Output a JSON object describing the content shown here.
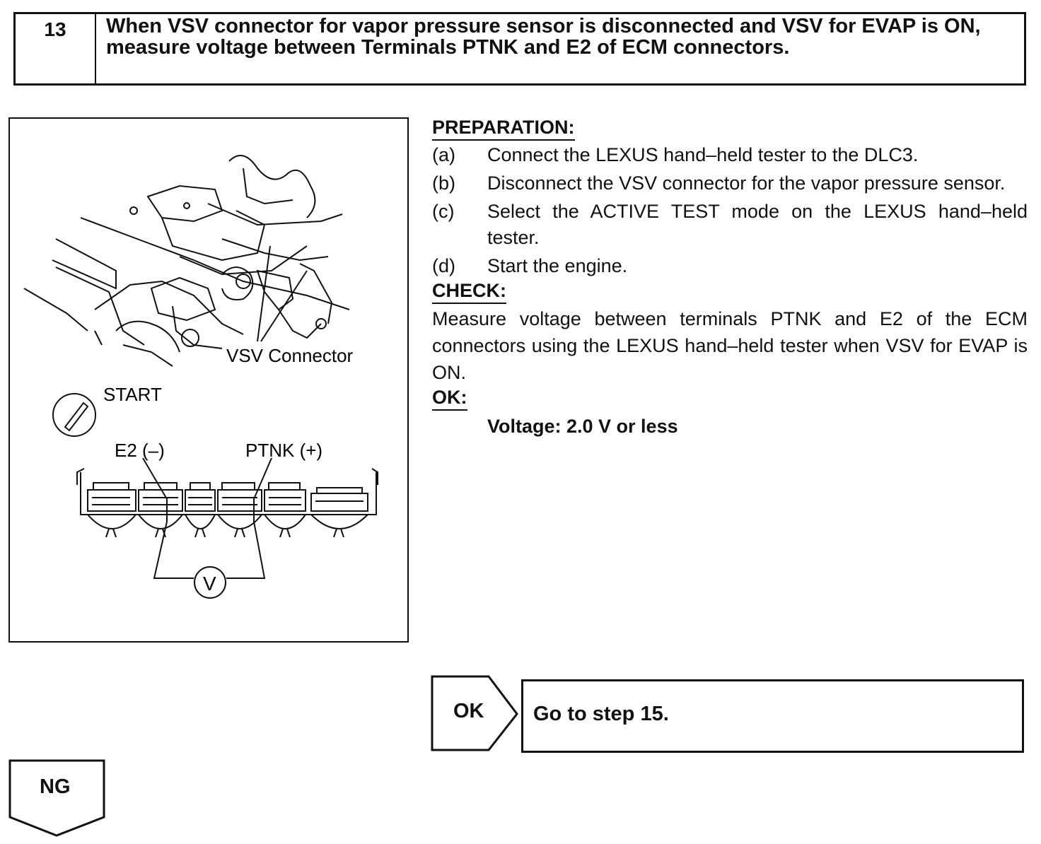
{
  "step": {
    "number": "13",
    "title": "When VSV connector for vapor pressure sensor is disconnected and VSV for EVAP is ON, measure voltage between Terminals PTNK and E2 of ECM connectors."
  },
  "figure": {
    "vsv_connector_label": "VSV Connector",
    "ignition_label": "START",
    "e2_label": "E2 (–)",
    "ptnk_label": "PTNK (+)",
    "meter_symbol": "V"
  },
  "preparation": {
    "heading": "PREPARATION:",
    "items": [
      {
        "key": "(a)",
        "text": "Connect the LEXUS hand–held tester to the DLC3."
      },
      {
        "key": "(b)",
        "text": "Disconnect the VSV connector for the vapor pressure sensor."
      },
      {
        "key": "(c)",
        "text": "Select the ACTIVE TEST mode on the LEXUS hand–held tester."
      },
      {
        "key": "(d)",
        "text": "Start the engine."
      }
    ]
  },
  "check": {
    "heading": "CHECK:",
    "text": "Measure voltage between terminals PTNK and E2 of the ECM connectors using the LEXUS hand–held tester when VSV for EVAP is ON."
  },
  "ok_spec": {
    "heading": "OK:",
    "text": "Voltage: 2.0 V or less"
  },
  "flow": {
    "ok_label": "OK",
    "ok_action": "Go to step 15.",
    "ng_label": "NG"
  }
}
